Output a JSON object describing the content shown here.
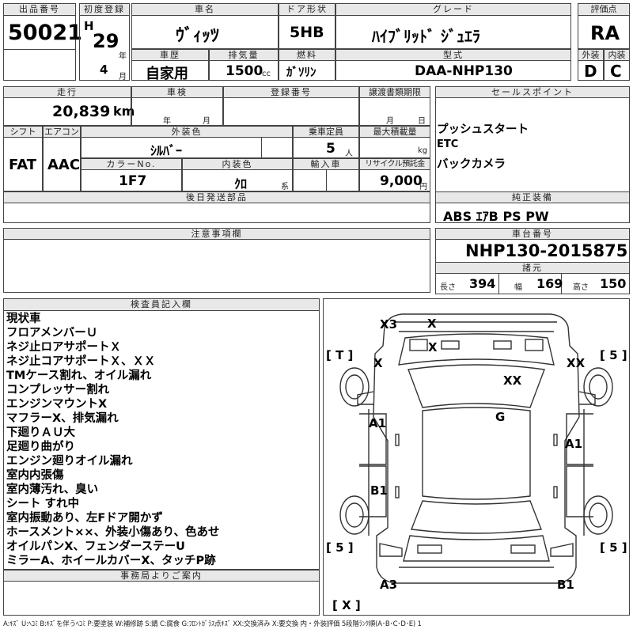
{
  "headers": {
    "lot_no": "出品番号",
    "first_reg": "初度登録",
    "car_name": "車名",
    "door": "ドア形状",
    "grade": "グレード",
    "score": "評価点",
    "history": "車歴",
    "displacement": "排気量",
    "fuel": "燃料",
    "model_code": "型式",
    "exterior": "外装",
    "interior": "内装",
    "mileage": "走行",
    "inspection": "車検",
    "plate": "登録番号",
    "transfer_deadline": "譲渡書類期限",
    "sales_point": "セールスポイント",
    "shift": "シフト",
    "aircon": "エアコン",
    "ext_color": "外装色",
    "capacity": "乗車定員",
    "max_load": "最大積載量",
    "color_no": "カラーNo.",
    "int_color": "内装色",
    "import": "輸入車",
    "recycle": "リサイクル預託金",
    "later_parts": "後日発送部品",
    "genuine_equip": "純正装備",
    "caution": "注意事項欄",
    "chassis_no": "車台番号",
    "specs": "諸元",
    "inspector": "検査員記入欄",
    "office": "事務局よりご案内"
  },
  "lot_no": "50021",
  "era": "H",
  "year": "29",
  "unit_year": "年",
  "month": "4",
  "unit_month": "月",
  "car_name": "ｳﾞｨｯﾂ",
  "door": "5HB",
  "grade": "ﾊｲﾌﾞﾘｯﾄﾞ ｼﾞｭｴﾗ",
  "score": "RA",
  "history": "自家用",
  "displacement": "1500",
  "unit_cc": "cc",
  "fuel": "ｶﾞｿﾘﾝ",
  "model_code": "DAA-NHP130",
  "exterior_score": "D",
  "interior_score": "C",
  "mileage": "20,839",
  "unit_km": "km",
  "insp_year_unit": "年",
  "insp_month_unit": "月",
  "deadline_month_unit": "月",
  "deadline_day_unit": "日",
  "sales_points": [
    "プッシュスタート",
    "ETC",
    "バックカメラ"
  ],
  "shift": "FAT",
  "aircon": "AAC",
  "ext_color": "ｼﾙﾊﾞｰ",
  "capacity": "5",
  "unit_person": "人",
  "unit_kg": "kg",
  "color_no": "1F7",
  "int_color": "ｸﾛ",
  "unit_kei": "系",
  "recycle": "9,000",
  "unit_yen": "円",
  "equipment": "ABS ｴｱB PS PW",
  "chassis_no": "NHP130-2015875",
  "spec_length_label": "長さ",
  "spec_length": "394",
  "spec_width_label": "幅",
  "spec_width": "169",
  "spec_height_label": "高さ",
  "spec_height": "150",
  "notes": [
    "現状車",
    "フロアメンバーＵ",
    "ネジ止ロアサポートＸ",
    "ネジ止コアサポートＸ、ＸＸ",
    "TMケース割れ、オイル漏れ",
    "コンプレッサー割れ",
    "エンジンマウントX",
    "マフラーX、排気漏れ",
    "下廻りＡＵ大",
    "足廻り曲がり",
    "エンジン廻りオイル漏れ",
    "室内内張傷",
    "室内薄汚れ、臭い",
    "シート すれ中",
    "室内振動あり、左Fドア開かず",
    "ホースメント××、外装小傷あり、色あせ",
    "オイルパンX、フェンダーステーU",
    "ミラーA、ホイールカバーX、タッチP跡"
  ],
  "damage_marks": {
    "x3": "X3",
    "x_bumper": "X",
    "x_hood": "X",
    "t_bracket": "[ T ]",
    "x_left_fender": "X",
    "xx_right_fender": "XX",
    "five_top_right": "[ 5 ]",
    "xx_roof": "XX",
    "g_center": "G",
    "a1_left": "A1",
    "a1_right": "A1",
    "b1_left": "B1",
    "five_bottom_left": "[ 5 ]",
    "five_bottom_right": "[ 5 ]",
    "a3": "A3",
    "b1_rear": "B1",
    "x_bottom": "[ X ]"
  },
  "legend": "A:ｷｽﾞ U:ﾍｺﾐ B:ｷｽﾞを伴うﾍｺﾐ P:要塗装 W:補修跡 S:錆 C:腐食 G:ﾌﾛﾝﾄｶﾞﾗｽ点ｷｽﾞ XX:交換済み X:要交換 内・外装評価 5段階ﾗﾝｸ順(A･B･C･D･E) 1"
}
